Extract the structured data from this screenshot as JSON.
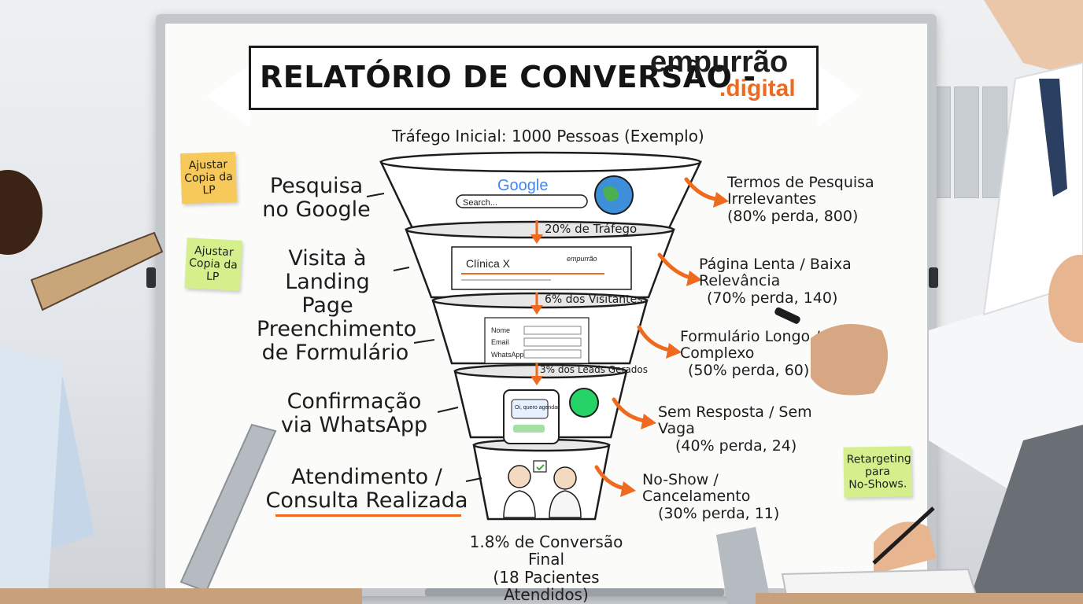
{
  "title": "RELATÓRIO DE CONVERSÃO -",
  "brand": {
    "main": "empurrão",
    "sub": ".digital"
  },
  "subtitle": "Tráfego Inicial: 1000 Pessoas (Exemplo)",
  "stages": [
    {
      "label": "Pesquisa\nno Google"
    },
    {
      "label": "Visita à\nLanding Page"
    },
    {
      "label": "Preenchimento\nde Formulário"
    },
    {
      "label": "Confirmação\nvia WhatsApp"
    },
    {
      "label": "Atendimento /\nConsulta Realizada"
    }
  ],
  "transitions": [
    "20% de Tráfego",
    "6% dos Visitantes",
    "3% dos Leads Gerados"
  ],
  "losses": [
    {
      "reason": "Termos de Pesquisa\nIrrelevantes",
      "detail": "(80% perda, 800)"
    },
    {
      "reason": "Página Lenta / Baixa Relevância",
      "detail": "(70% perda, 140)"
    },
    {
      "reason": "Formulário Longo / Complexo",
      "detail": "(50% perda, 60)"
    },
    {
      "reason": "Sem Resposta / Sem Vaga",
      "detail": "(40% perda, 24)"
    },
    {
      "reason": "No-Show / Cancelamento",
      "detail": "(30% perda, 11)"
    }
  ],
  "final": {
    "line1": "1.8% de Conversão Final",
    "line2": "(18 Pacientes Atendidos)"
  },
  "mockups": {
    "google_logo": "Google",
    "search_placeholder": "Search...",
    "landing_title": "Clínica X",
    "landing_brand": "empurrão",
    "form_fields": [
      "Nome",
      "Email",
      "WhatsApp"
    ],
    "chat_bubble": "Oi, quero agendar"
  },
  "stickies": [
    {
      "text": "Ajustar\nCopia da\nLP",
      "color": "#f7c85a"
    },
    {
      "text": "Ajustar\nCopia da\nLP",
      "color": "#d5ef8c"
    },
    {
      "text": "Retargeting\npara\nNo-Shows.",
      "color": "#d5ef8c"
    }
  ],
  "colors": {
    "accent": "#ee6a1f",
    "ink": "#1d1d1d",
    "whatsapp": "#25d366"
  }
}
